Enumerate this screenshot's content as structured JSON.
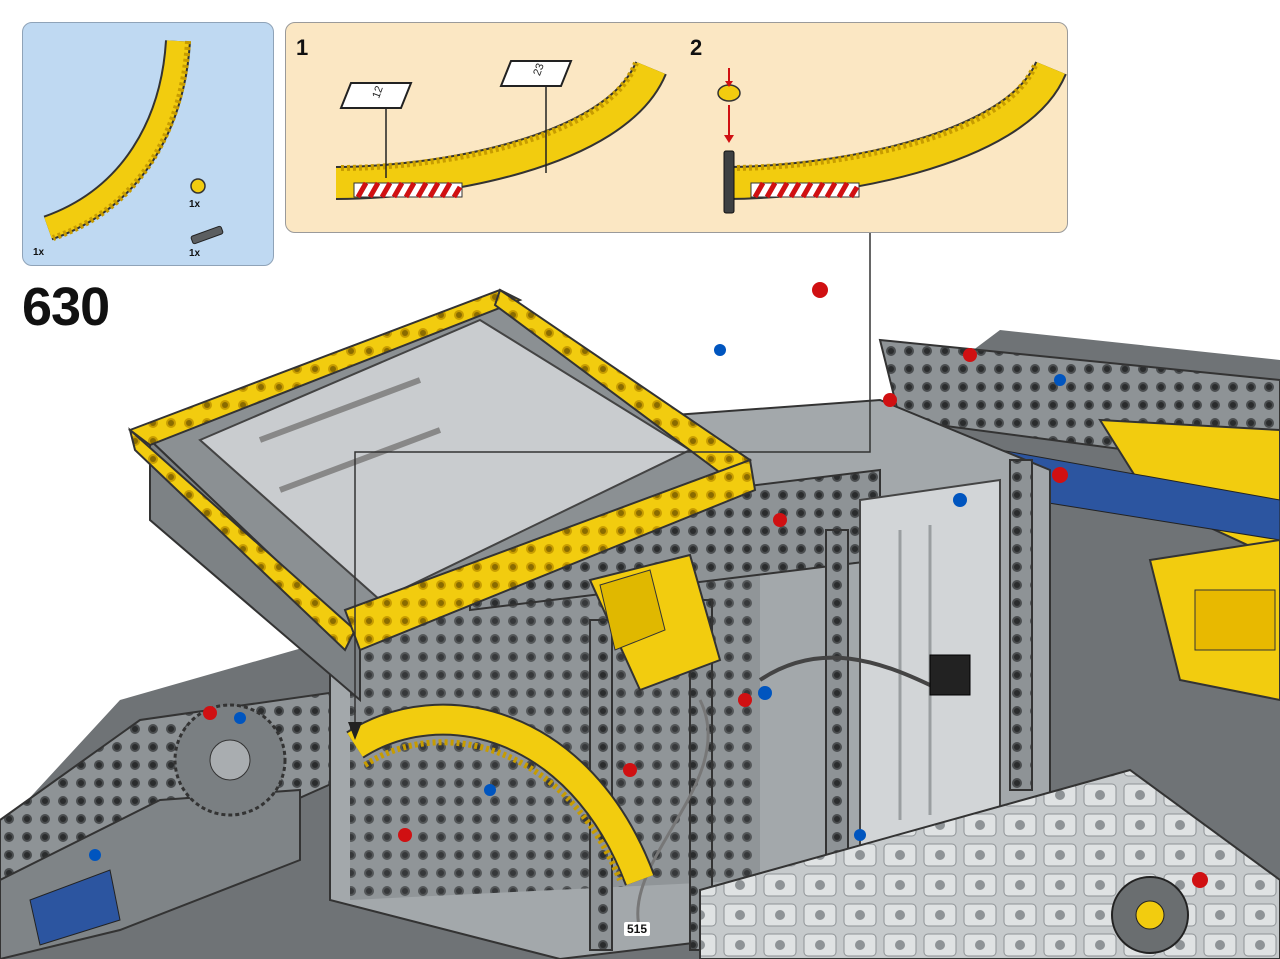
{
  "step": {
    "number": "630",
    "page": "515"
  },
  "parts_list": [
    {
      "part": "curved-gear-rack",
      "qty": "1x"
    },
    {
      "part": "bush",
      "qty": "1x"
    },
    {
      "part": "axle-pin",
      "qty": "1x"
    }
  ],
  "substeps": [
    {
      "number": "1",
      "stickers": [
        "12",
        "23"
      ]
    },
    {
      "number": "2"
    }
  ],
  "colors": {
    "parts_bg": "#bfd9f2",
    "substep_bg": "#fbe7c3",
    "lego_yellow": "#f5cd0a",
    "lego_gray": "#a0a5a9",
    "dark_gray": "#5b5e60",
    "red": "#d01012",
    "blue": "#0055bf"
  }
}
